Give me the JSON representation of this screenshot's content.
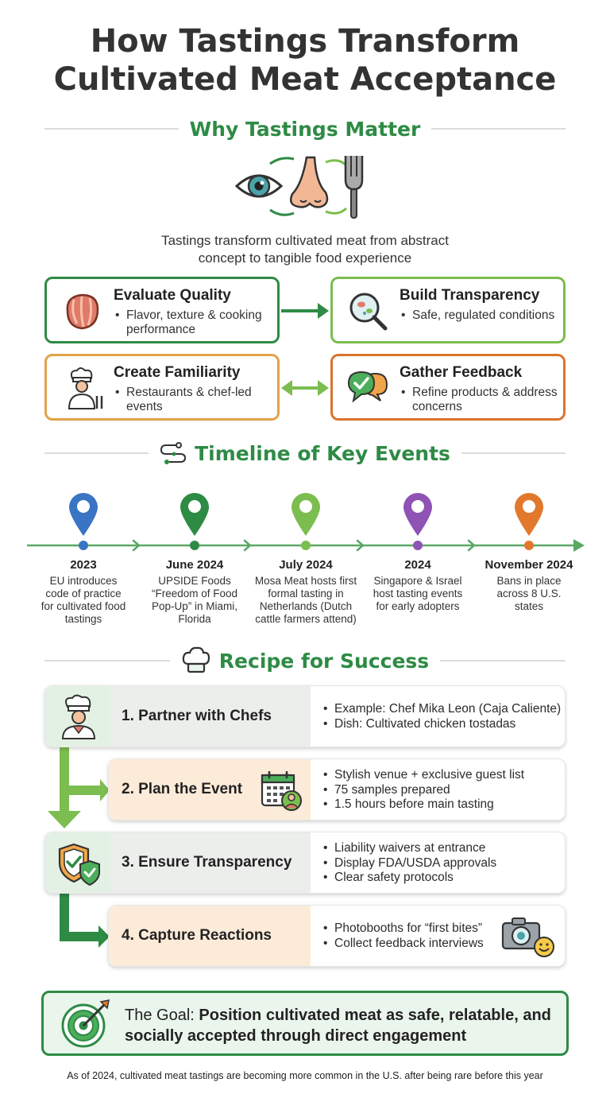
{
  "title_line1": "How Tastings Transform",
  "title_line2": "Cultivated Meat Acceptance",
  "why": {
    "heading": "Why Tastings Matter",
    "intro_line1": "Tastings transform cultivated meat from abstract",
    "intro_line2": "concept to tangible food experience",
    "cards": [
      {
        "title": "Evaluate Quality",
        "bullet": "Flavor, texture & cooking performance",
        "color": "#2e8b45"
      },
      {
        "title": "Build Transparency",
        "bullet": "Safe, regulated conditions",
        "color": "#7cbd4f"
      },
      {
        "title": "Create Familiarity",
        "bullet": "Restaurants & chef-led events",
        "color": "#e2a24a"
      },
      {
        "title": "Gather Feedback",
        "bullet": "Refine products & address concerns",
        "color": "#d9742e"
      }
    ]
  },
  "timeline": {
    "heading": "Timeline of Key Events",
    "events": [
      {
        "date": "2023",
        "desc": "EU introduces code of practice for cultivated food tastings",
        "color": "#3a74c4"
      },
      {
        "date": "June 2024",
        "desc": "UPSIDE Foods “Freedom of Food Pop-Up” in Miami, Florida",
        "color": "#2e8b45"
      },
      {
        "date": "July 2024",
        "desc": "Mosa Meat hosts first formal tasting in Netherlands (Dutch cattle farmers attend)",
        "color": "#7cbd4f"
      },
      {
        "date": "2024",
        "desc": "Singapore & Israel host tasting events for early adopters",
        "color": "#8e53b4"
      },
      {
        "date": "November 2024",
        "desc": "Bans in place across 8 U.S. states",
        "color": "#e2782c"
      }
    ]
  },
  "recipe": {
    "heading": "Recipe for Success",
    "steps": [
      {
        "title": "1. Partner with Chefs",
        "bullets": [
          "Example: Chef Mika Leon (Caja Caliente)",
          "Dish: Cultivated chicken tostadas"
        ],
        "tint": "#e3f1e5"
      },
      {
        "title": "2. Plan the Event",
        "bullets": [
          "Stylish venue + exclusive guest list",
          "75 samples prepared",
          "1.5 hours before main tasting"
        ],
        "tint": "#fdebd9"
      },
      {
        "title": "3. Ensure Transparency",
        "bullets": [
          "Liability waivers at entrance",
          "Display FDA/USDA approvals",
          "Clear safety protocols"
        ],
        "tint": "#e3f1e5"
      },
      {
        "title": "4. Capture Reactions",
        "bullets": [
          "Photobooths for “first bites”",
          "Collect feedback interviews"
        ],
        "tint": "#fdebd9"
      }
    ]
  },
  "goal": {
    "prefix": "The Goal: ",
    "text": "Position cultivated meat as safe, relatable, and socially accepted through direct engagement"
  },
  "footnote": "As of 2024, cultivated meat tastings are becoming more common in the U.S. after being rare before this year"
}
